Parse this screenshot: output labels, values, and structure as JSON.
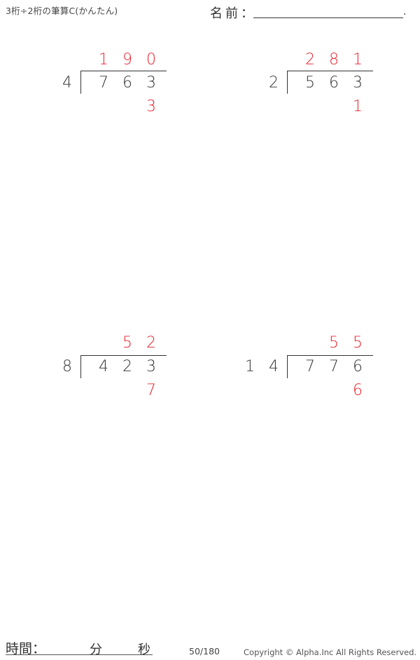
{
  "header": {
    "title": "3桁÷2桁の筆算C(かんたん)",
    "name_label": "名前：",
    "name_end_mark": "."
  },
  "colors": {
    "answer": "#e8222e",
    "text": "#333333"
  },
  "problems": [
    {
      "divisor": [
        "4"
      ],
      "dividend": [
        "7",
        "6",
        "3"
      ],
      "quotient": [
        "1",
        "9",
        "0"
      ],
      "remainder": "3"
    },
    {
      "divisor": [
        "2"
      ],
      "dividend": [
        "5",
        "6",
        "3"
      ],
      "quotient": [
        "2",
        "8",
        "1"
      ],
      "remainder": "1"
    },
    {
      "divisor": [
        "8"
      ],
      "dividend": [
        "4",
        "2",
        "3"
      ],
      "quotient": [
        "",
        "5",
        "2"
      ],
      "remainder": "7"
    },
    {
      "divisor": [
        "1",
        "4"
      ],
      "dividend": [
        "7",
        "7",
        "6"
      ],
      "quotient": [
        "",
        "5",
        "5"
      ],
      "remainder": "6"
    }
  ],
  "footer": {
    "time_label": "時間：",
    "minutes_label": "分",
    "seconds_label": "秒",
    "page": "50/180",
    "copyright": "Copyright © Alpha.Inc All Rights Reserved."
  }
}
